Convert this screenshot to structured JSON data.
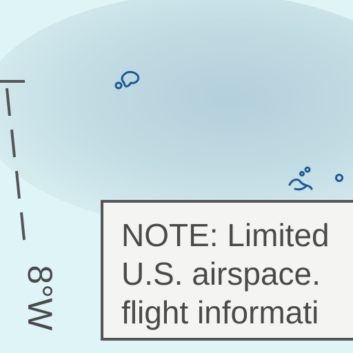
{
  "map": {
    "note_lines": [
      "NOTE: Limited",
      "U.S. airspace.",
      "flight informati"
    ],
    "longitude_label": "8°W",
    "colors": {
      "ocean_light": "#dff4f7",
      "ocean_deep": "#b7d3df",
      "island_outline": "#1e5a98",
      "line": "#555555",
      "note_bg": "#f4f4f2"
    }
  }
}
